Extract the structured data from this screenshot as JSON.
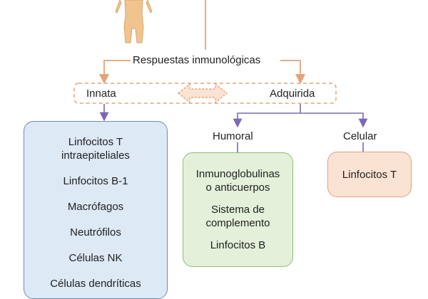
{
  "header": {
    "title": "Respuestas inmunológicas"
  },
  "branches": {
    "innate": {
      "label": "Innata"
    },
    "acquired": {
      "label": "Adquirida"
    }
  },
  "acquired_types": {
    "humoral": {
      "label": "Humoral"
    },
    "celular": {
      "label": "Celular"
    }
  },
  "innata_box": {
    "items": [
      "Linfocitos T\nintraepiteliales",
      "Linfocitos B-1",
      "Macrófagos",
      "Neutrófilos",
      "Células NK",
      "Células dendríticas"
    ]
  },
  "humoral_box": {
    "items": [
      "Inmunoglobulinas\no anticuerpos",
      "Sistema de\ncomplemento",
      "Linfocitos B"
    ]
  },
  "celular_box": {
    "items": [
      "Linfocitos T"
    ]
  },
  "colors": {
    "innate_arrow": "#7b68b5",
    "acquired_arrow": "#8a6fb3",
    "top_line": "#e3a47b",
    "body_figure": "#f0c48e"
  }
}
